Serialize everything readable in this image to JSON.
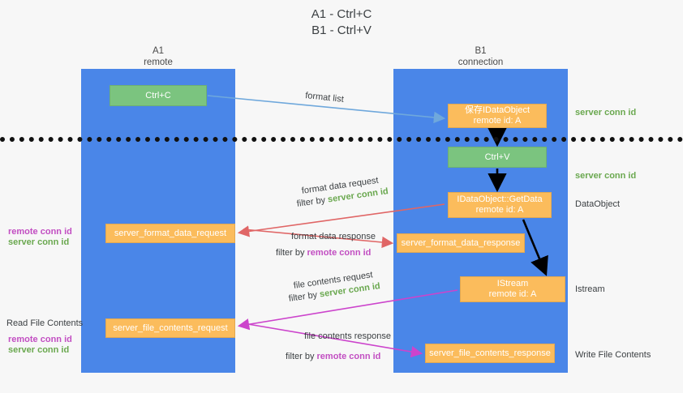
{
  "title": "A1 - Ctrl+C\nB1 - Ctrl+V",
  "columns": {
    "a": {
      "name": "A1",
      "role": "remote",
      "combined": "A1\nremote"
    },
    "b": {
      "name": "B1",
      "role": "connection",
      "combined": "B1\nconnection"
    }
  },
  "boxes": {
    "ctrl_c": {
      "line1": "Ctrl+C",
      "color": "#7bc47f"
    },
    "save_dataobject": {
      "line1": "保存IDataObject",
      "line2": "remote id: A",
      "color": "#fbbc5c"
    },
    "ctrl_v": {
      "line1": "Ctrl+V",
      "color": "#7bc47f"
    },
    "getdata": {
      "line1": "IDataObject::GetData",
      "line2": "remote id: A",
      "color": "#fbbc5c"
    },
    "istream": {
      "line1": "IStream",
      "line2": "remote id: A",
      "color": "#fbbc5c"
    },
    "server_format_data_request": {
      "line1": "server_format_data_request",
      "color": "#fbbc5c"
    },
    "server_format_data_response": {
      "line1": "server_format_data_response",
      "color": "#fbbc5c"
    },
    "server_file_contents_request": {
      "line1": "server_file_contents_request",
      "color": "#fbbc5c"
    },
    "server_file_contents_response": {
      "line1": "server_file_contents_response",
      "color": "#fbbc5c"
    }
  },
  "annotations": {
    "format_list": "format list",
    "format_data_request": "format data request",
    "format_data_response": "format data response",
    "file_contents_request": "file contents request",
    "file_contents_response": "file contents response",
    "filter_by": "filter by",
    "server_conn_id": "server conn id",
    "remote_conn_id": "remote conn id"
  },
  "right_labels": {
    "server_conn_id_top": "server conn id",
    "server_conn_id_mid": "server conn id",
    "dataobject": "DataObject",
    "istream": "Istream",
    "write_file_contents": "Write File Contents"
  },
  "left_labels": {
    "remote_conn_id_1": "remote conn id",
    "server_conn_id_1": "server conn id",
    "read_file_contents": "Read File Contents",
    "remote_conn_id_2": "remote conn id",
    "server_conn_id_2": "server conn id"
  },
  "colors": {
    "lane": "#4a86e8",
    "orange": "#fbbc5c",
    "green": "#7bc47f",
    "green_text": "#6aa84f",
    "purple_text": "#c24ec2",
    "arrow_blue": "#6fa8dc",
    "arrow_red": "#e06666",
    "arrow_magenta": "#cc44cc",
    "arrow_black": "#000000",
    "background": "#f7f7f7"
  }
}
